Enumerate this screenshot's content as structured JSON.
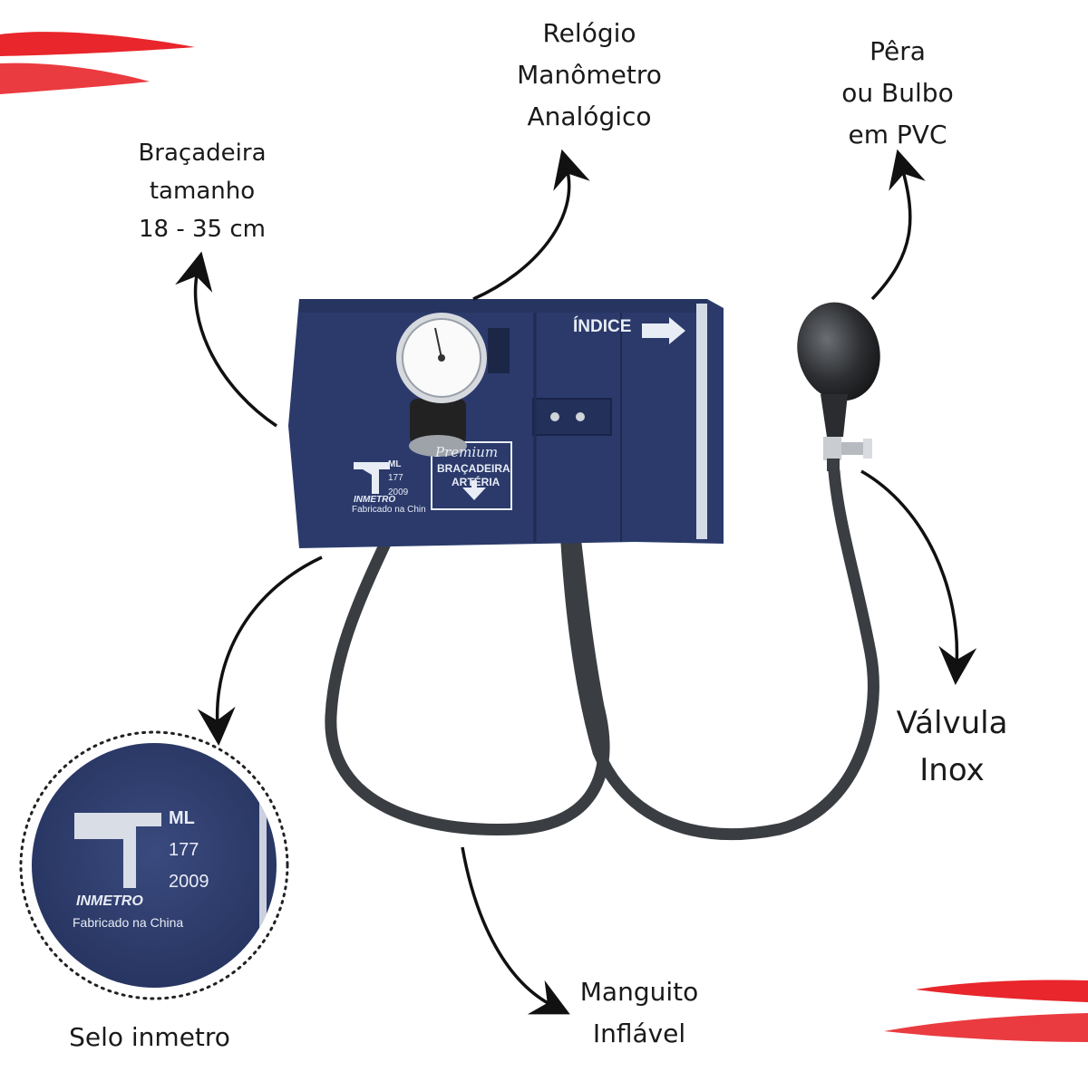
{
  "labels": {
    "bracadeira": [
      "Braçadeira",
      "tamanho",
      "18 - 35 cm"
    ],
    "relogio": [
      "Relógio",
      "Manômetro",
      "Analógico"
    ],
    "pera": [
      "Pêra",
      "ou Bulbo",
      "em PVC"
    ],
    "valvula": [
      "Válvula",
      "Inox"
    ],
    "manguito": [
      "Manguito",
      "Inflável"
    ],
    "selo": "Selo inmetro"
  },
  "cuff": {
    "indice": "ÍNDICE",
    "brand": "Premium",
    "bracadeira": "BRAÇADEIRA",
    "arteria": "ARTÉRIA",
    "ml": "ML",
    "code": "177",
    "year": "2009",
    "inmetro": "INMETRO",
    "made_in": "Fabricado na Chin"
  },
  "seal_zoom": {
    "ml": "ML",
    "code": "177",
    "year": "2009",
    "inmetro": "INMETRO",
    "made_in": "Fabricado na China"
  },
  "colors": {
    "cuff": "#2b3a6b",
    "tube": "#3a3d42",
    "accent": "#e8262b"
  }
}
